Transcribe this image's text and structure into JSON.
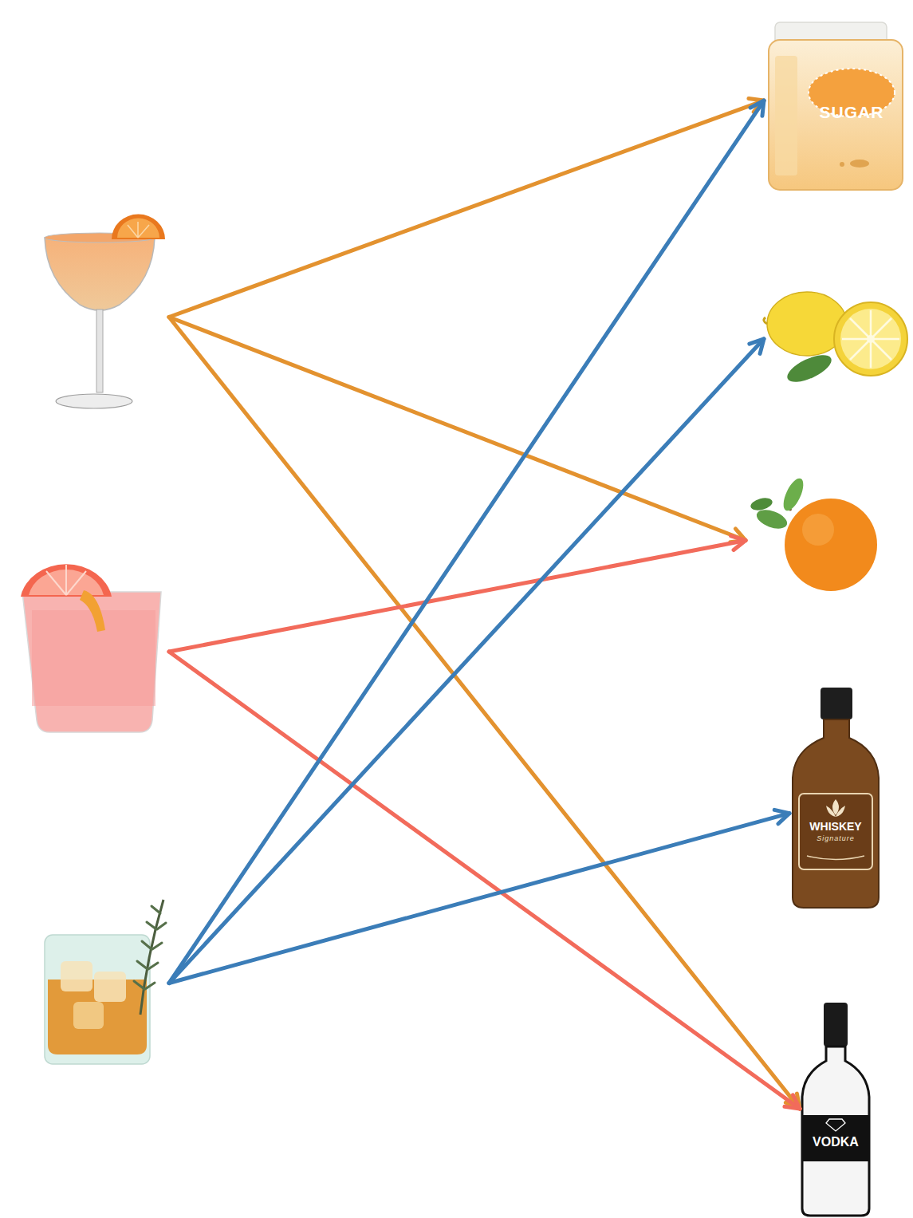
{
  "diagram": {
    "nodes": [
      {
        "text": []
      },
      {
        "text": []
      },
      {
        "text": []
      },
      {
        "text": [
          "SUGAR"
        ]
      },
      {
        "text": []
      },
      {
        "text": []
      },
      {
        "text": [
          "WHISKEY",
          "Signature"
        ]
      },
      {
        "text": [
          "VODKA"
        ]
      }
    ],
    "edges": [
      {
        "from": 0,
        "to": 3,
        "arrow": "to"
      },
      {
        "from": 0,
        "to": 5,
        "arrow": "to"
      },
      {
        "from": 0,
        "to": 7,
        "arrow": "to"
      },
      {
        "from": 1,
        "to": 5,
        "arrow": "to"
      },
      {
        "from": 1,
        "to": 7,
        "arrow": "to"
      },
      {
        "from": 2,
        "to": 3,
        "arrow": "to"
      },
      {
        "from": 2,
        "to": 4,
        "arrow": "to"
      },
      {
        "from": 2,
        "to": 6,
        "arrow": "to"
      }
    ]
  }
}
